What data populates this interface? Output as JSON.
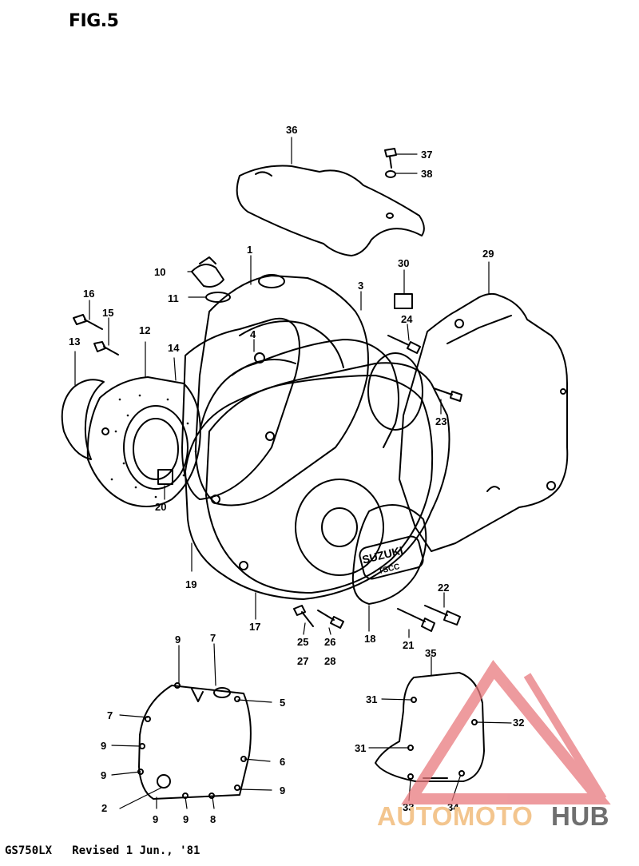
{
  "figure": {
    "title": "FIG.5",
    "footer": "GS750LX   Revised 1 Jun., '81"
  },
  "watermark": {
    "left_text": "AUTOMOTO",
    "right_text": "HUB",
    "left_color": "#f3c58e",
    "right_color": "#6f6f6f",
    "triangle_color": "#e8797e"
  },
  "callouts": {
    "c36": "36",
    "c37": "37",
    "c38": "38",
    "c1": "1",
    "c10": "10",
    "c11": "11",
    "c3": "3",
    "c4": "4",
    "c30": "30",
    "c29": "29",
    "c16": "16",
    "c15": "15",
    "c12": "12",
    "c13": "13",
    "c14": "14",
    "c24": "24",
    "c23": "23",
    "c20": "20",
    "c19": "19",
    "c17": "17",
    "c18": "18",
    "c22": "22",
    "c21": "21",
    "c25": "25",
    "c26": "26",
    "c27": "27",
    "c28": "28",
    "c35": "35",
    "g9a": "9",
    "g7a": "7",
    "g5": "5",
    "g7b": "7",
    "g9b": "9",
    "g9c": "9",
    "g6": "6",
    "g9d": "9",
    "g2": "2",
    "g9e": "9",
    "g9f": "9",
    "g8": "8",
    "c31a": "31",
    "c32": "32",
    "c31b": "31",
    "c33": "33",
    "c34": "34"
  },
  "badge": {
    "line1": "SUZUKI",
    "line2": "TSCC"
  }
}
